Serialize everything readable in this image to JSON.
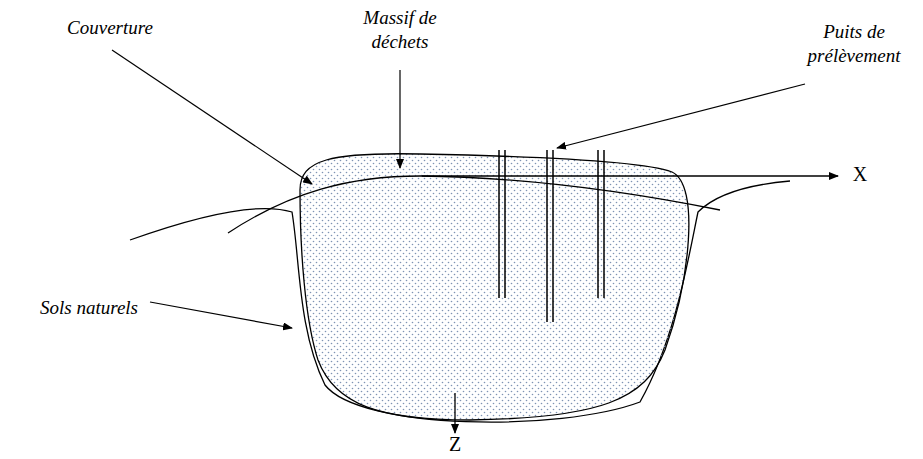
{
  "diagram": {
    "labels": [
      "Couverture",
      "Massif de déchets",
      "Puits de prélèvement",
      "Sols naturels",
      "X",
      "Z"
    ]
  }
}
